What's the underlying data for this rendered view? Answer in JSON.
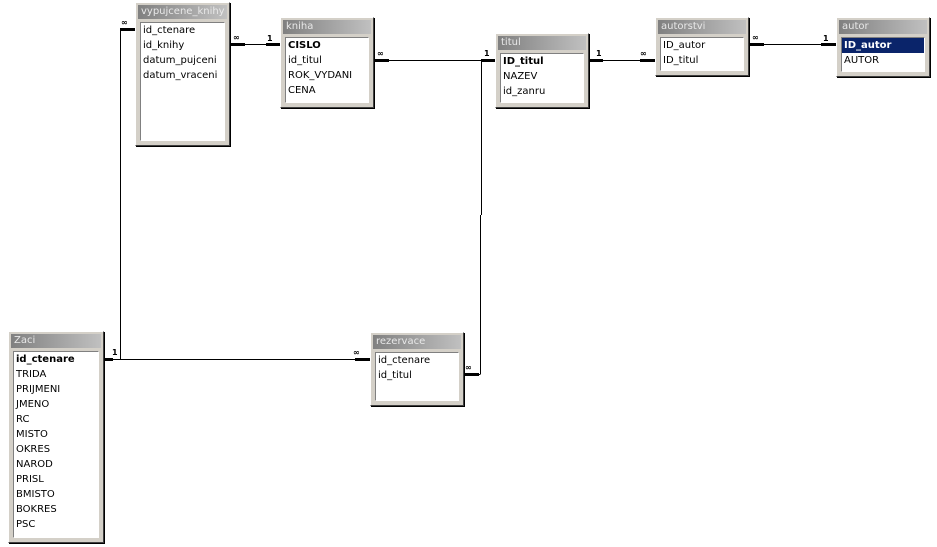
{
  "tables": {
    "vypujcene": {
      "title": "vypujcene_knihy",
      "fields": [
        "id_ctenare",
        "id_knihy",
        "datum_pujceni",
        "datum_vraceni"
      ]
    },
    "kniha": {
      "title": "kniha",
      "fields": [
        "CISLO",
        "id_titul",
        "ROK_VYDANI",
        "CENA"
      ]
    },
    "titul": {
      "title": "titul",
      "fields": [
        "ID_titul",
        "NAZEV",
        "id_zanru"
      ]
    },
    "autorstvi": {
      "title": "autorstvi",
      "fields": [
        "ID_autor",
        "ID_titul"
      ]
    },
    "autor": {
      "title": "autor",
      "fields": [
        "ID_autor",
        "AUTOR"
      ]
    },
    "zaci": {
      "title": "Zaci",
      "fields": [
        "id_ctenare",
        "TRIDA",
        "PRIJMENI",
        "JMENO",
        "RC",
        "MISTO",
        "OKRES",
        "NAROD",
        "PRISL",
        "BMISTO",
        "BOKRES",
        "PSC"
      ]
    },
    "rezervace": {
      "title": "rezervace",
      "fields": [
        "id_ctenare",
        "id_titul"
      ]
    }
  },
  "cardinality": {
    "one": "1",
    "many": "∞"
  }
}
